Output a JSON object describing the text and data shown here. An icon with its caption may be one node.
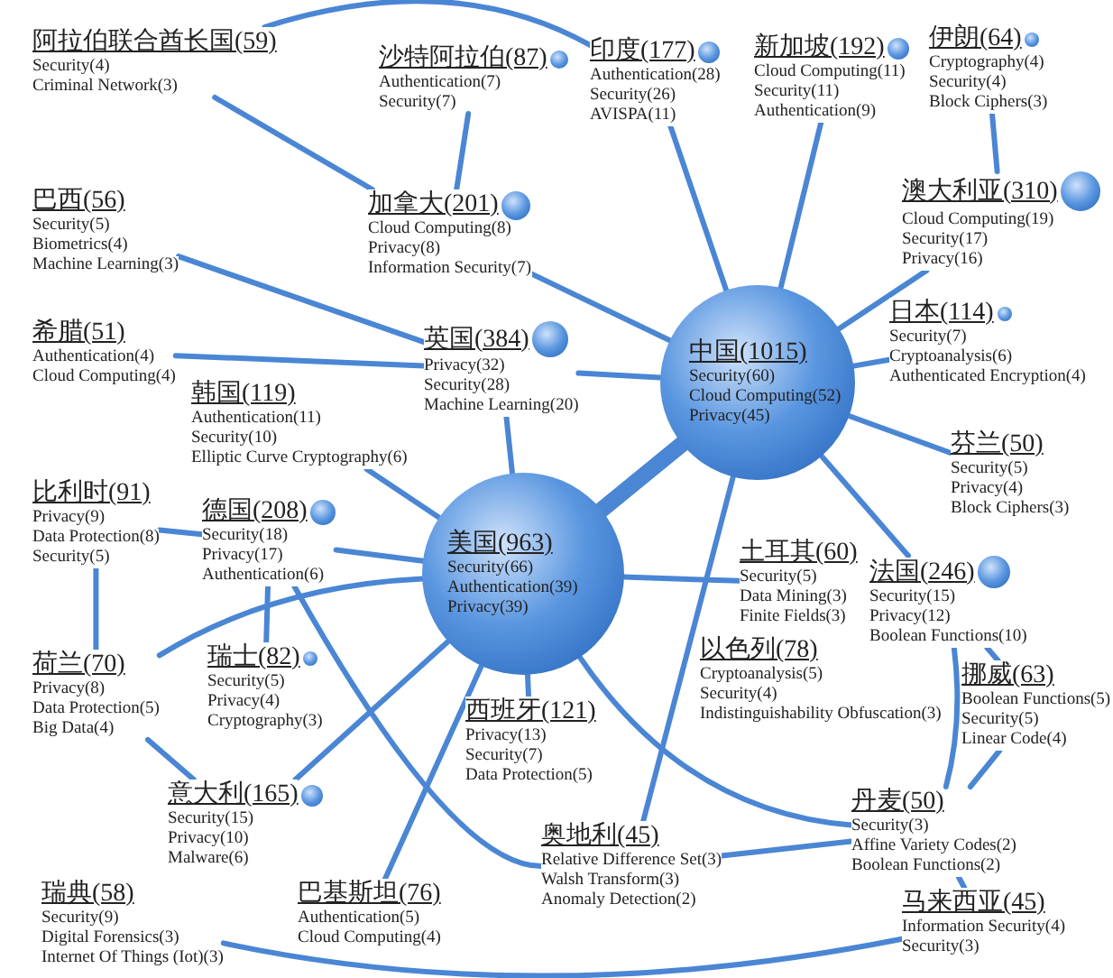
{
  "diagram": {
    "nodes": [
      {
        "text": [
          "阿拉伯联合酋长国(59)",
          "Security(4)",
          "Criminal Network(3)"
        ]
      },
      {
        "text": [
          "沙特阿拉伯(87)",
          "Authentication(7)",
          "Security(7)"
        ]
      },
      {
        "text": [
          "印度(177)",
          "Authentication(28)",
          "Security(26)",
          "AVISPA(11)"
        ]
      },
      {
        "text": [
          "新加坡(192)",
          "Cloud Computing(11)",
          "Security(11)",
          "Authentication(9)"
        ]
      },
      {
        "text": [
          "伊朗(64)",
          "Cryptography(4)",
          "Security(4)",
          "Block Ciphers(3)"
        ]
      },
      {
        "text": [
          "澳大利亚(310)",
          "Cloud Computing(19)",
          "Security(17)",
          "Privacy(16)"
        ]
      },
      {
        "text": [
          "加拿大(201)",
          "Cloud Computing(8)",
          "Privacy(8)",
          "Information Security(7)"
        ]
      },
      {
        "text": [
          "巴西(56)",
          "Security(5)",
          "Biometrics(4)",
          "Machine Learning(3)"
        ]
      },
      {
        "text": [
          "日本(114)",
          "Security(7)",
          "Cryptoanalysis(6)",
          "Authenticated Encryption(4)"
        ]
      },
      {
        "text": [
          "中国(1015)",
          "Security(60)",
          "Cloud Computing(52)",
          "Privacy(45)"
        ]
      },
      {
        "text": [
          "希腊(51)",
          "Authentication(4)",
          "Cloud Computing(4)"
        ]
      },
      {
        "text": [
          "韩国(119)",
          "Authentication(11)",
          "Security(10)",
          "Elliptic Curve Cryptography(6)"
        ]
      },
      {
        "text": [
          "英国(384)",
          "Privacy(32)",
          "Security(28)",
          "Machine Learning(20)"
        ]
      },
      {
        "text": [
          "芬兰(50)",
          "Security(5)",
          "Privacy(4)",
          "Block Ciphers(3)"
        ]
      },
      {
        "text": [
          "比利时(91)",
          "Privacy(9)",
          "Data Protection(8)",
          "Security(5)"
        ]
      },
      {
        "text": [
          "德国(208)",
          "Security(18)",
          "Privacy(17)",
          "Authentication(6)"
        ]
      },
      {
        "text": [
          "美国(963)",
          "Security(66)",
          "Authentication(39)",
          "Privacy(39)"
        ]
      },
      {
        "text": [
          "土耳其(60)",
          "Security(5)",
          "Data Mining(3)",
          "Finite Fields(3)"
        ]
      },
      {
        "text": [
          "法国(246)",
          "Security(15)",
          "Privacy(12)",
          "Boolean Functions(10)"
        ]
      },
      {
        "text": [
          "荷兰(70)",
          "Privacy(8)",
          "Data Protection(5)",
          "Big Data(4)"
        ]
      },
      {
        "text": [
          "瑞士(82)",
          "Security(5)",
          "Privacy(4)",
          "Cryptography(3)"
        ]
      },
      {
        "text": [
          "以色列(78)",
          "Cryptoanalysis(5)",
          "Security(4)",
          "Indistinguishability Obfuscation(3)"
        ]
      },
      {
        "text": [
          "西班牙(121)",
          "Privacy(13)",
          "Security(7)",
          "Data Protection(5)"
        ]
      },
      {
        "text": [
          "挪威(63)",
          "Boolean Functions(5)",
          "Security(5)",
          "Linear Code(4)"
        ]
      },
      {
        "text": [
          "意大利(165)",
          "Security(15)",
          "Privacy(10)",
          "Malware(6)"
        ]
      },
      {
        "text": [
          "丹麦(50)",
          "Security(3)",
          "Affine Variety Codes(2)",
          "Boolean Functions(2)"
        ]
      },
      {
        "text": [
          "奥地利(45)",
          "Relative Difference Set(3)",
          "Walsh Transform(3)",
          "Anomaly Detection(2)"
        ]
      },
      {
        "text": [
          "瑞典(58)",
          "Security(9)",
          "Digital Forensics(3)",
          "Internet Of Things (Iot)(3)"
        ]
      },
      {
        "text": [
          "巴基斯坦(76)",
          "Authentication(5)",
          "Cloud Computing(4)"
        ]
      },
      {
        "text": [
          "马来西亚(45)",
          "Information Security(4)",
          "Security(3)"
        ]
      }
    ],
    "edges": [
      {
        "from": 0,
        "to": 2,
        "arrow": "none"
      },
      {
        "from": 0,
        "to": 6,
        "arrow": "none"
      },
      {
        "from": 1,
        "to": 6,
        "arrow": "none"
      },
      {
        "from": 2,
        "to": 9,
        "arrow": "none"
      },
      {
        "from": 3,
        "to": 9,
        "arrow": "none"
      },
      {
        "from": 4,
        "to": 5,
        "arrow": "none"
      },
      {
        "from": 5,
        "to": 9,
        "arrow": "none"
      },
      {
        "from": 8,
        "to": 9,
        "arrow": "none"
      },
      {
        "from": 13,
        "to": 9,
        "arrow": "none"
      },
      {
        "from": 6,
        "to": 9,
        "arrow": "none"
      },
      {
        "from": 7,
        "to": 12,
        "arrow": "none"
      },
      {
        "from": 12,
        "to": 9,
        "arrow": "none"
      },
      {
        "from": 10,
        "to": 12,
        "arrow": "none"
      },
      {
        "from": 12,
        "to": 16,
        "arrow": "none"
      },
      {
        "from": 11,
        "to": 16,
        "arrow": "none"
      },
      {
        "from": 16,
        "to": 9,
        "arrow": "none",
        "style": "thick"
      },
      {
        "from": 14,
        "to": 15,
        "arrow": "none"
      },
      {
        "from": 14,
        "to": 19,
        "arrow": "none"
      },
      {
        "from": 15,
        "to": 16,
        "arrow": "none"
      },
      {
        "from": 15,
        "to": 20,
        "arrow": "none"
      },
      {
        "from": 15,
        "to": 26,
        "arrow": "none"
      },
      {
        "from": 19,
        "to": 16,
        "arrow": "none"
      },
      {
        "from": 19,
        "to": 24,
        "arrow": "none"
      },
      {
        "from": 24,
        "to": 16,
        "arrow": "none"
      },
      {
        "from": 16,
        "to": 22,
        "arrow": "none"
      },
      {
        "from": 16,
        "to": 25,
        "arrow": "none"
      },
      {
        "from": 16,
        "to": 28,
        "arrow": "none"
      },
      {
        "from": 16,
        "to": 17,
        "arrow": "none"
      },
      {
        "from": 9,
        "to": 26,
        "arrow": "none"
      },
      {
        "from": 9,
        "to": 18,
        "arrow": "none"
      },
      {
        "from": 18,
        "to": 23,
        "arrow": "none"
      },
      {
        "from": 18,
        "to": 25,
        "arrow": "none"
      },
      {
        "from": 23,
        "to": 25,
        "arrow": "none"
      },
      {
        "from": 26,
        "to": 25,
        "arrow": "none"
      },
      {
        "from": 25,
        "to": 29,
        "arrow": "none"
      },
      {
        "from": 27,
        "to": 29,
        "arrow": "none"
      }
    ]
  }
}
